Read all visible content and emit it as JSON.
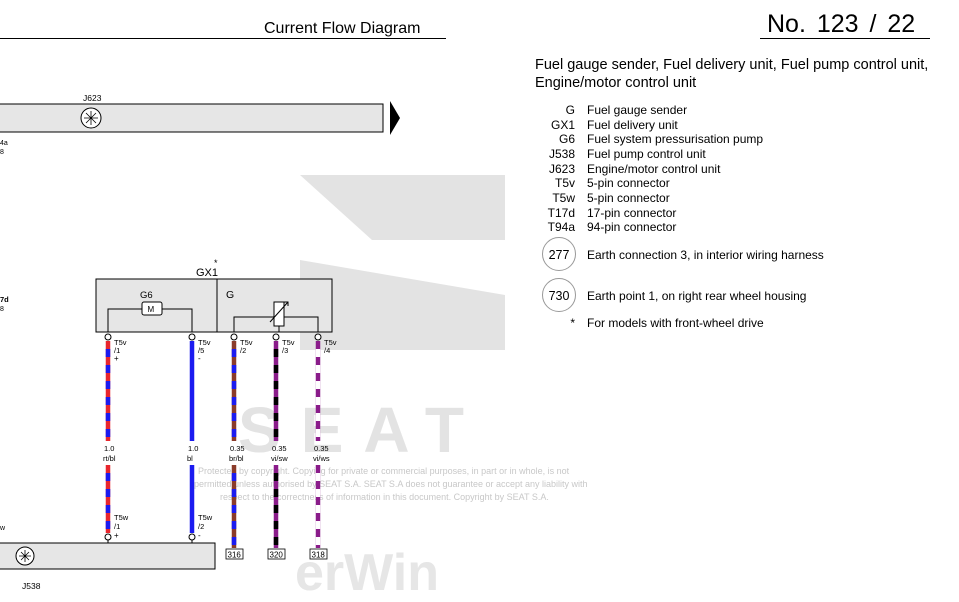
{
  "header": {
    "title": "Current Flow Diagram",
    "number": "No.  123 /  22"
  },
  "legend": {
    "heading": "Fuel gauge sender, Fuel delivery unit, Fuel pump control unit, Engine/motor control unit",
    "items": [
      {
        "code": "G",
        "desc": "Fuel gauge sender"
      },
      {
        "code": "GX1",
        "desc": "Fuel delivery unit"
      },
      {
        "code": "G6",
        "desc": "Fuel system pressurisation pump"
      },
      {
        "code": "J538",
        "desc": "Fuel pump control unit"
      },
      {
        "code": "J623",
        "desc": "Engine/motor control unit"
      },
      {
        "code": "T5v",
        "desc": "5-pin connector"
      },
      {
        "code": "T5w",
        "desc": "5-pin connector"
      },
      {
        "code": "T17d",
        "desc": "17-pin connector"
      },
      {
        "code": "T94a",
        "desc": "94-pin connector"
      }
    ],
    "earth": [
      {
        "code": "277",
        "desc": "Earth connection 3, in interior wiring harness"
      },
      {
        "code": "730",
        "desc": "Earth point 1, on right rear wheel housing"
      }
    ],
    "note": {
      "code": "*",
      "desc": "For models with front-wheel drive"
    }
  },
  "diagram": {
    "unit_top": "J623",
    "unit_bottom": "J538",
    "left_edge": {
      "a": "4a",
      "b": "8",
      "c": "7d",
      "d": "8",
      "e": "w"
    },
    "module": {
      "name": "GX1",
      "pump": "G6",
      "sender": "G",
      "motor_symbol": "M",
      "star": "*"
    },
    "wires": [
      {
        "id": "w1",
        "pin_top": "T5v",
        "pin_top_num": "/1",
        "sign": "+",
        "size": "1.0",
        "color_code": "rt/bl",
        "colors": [
          "#e8262d",
          "#1b1bf0"
        ],
        "pin_bottom": "T5w",
        "pin_bottom_num": "/1",
        "sign_bottom": "+"
      },
      {
        "id": "w2",
        "pin_top": "T5v",
        "pin_top_num": "/5",
        "sign": "-",
        "size": "1.0",
        "color_code": "bl",
        "colors": [
          "#1b1bf0"
        ],
        "pin_bottom": "T5w",
        "pin_bottom_num": "/2",
        "sign_bottom": "-"
      },
      {
        "id": "w3",
        "pin_top": "T5v",
        "pin_top_num": "/2",
        "size": "0.35",
        "color_code": "br/bl",
        "colors": [
          "#8a3b2a",
          "#1b1bf0"
        ],
        "ref": "316"
      },
      {
        "id": "w4",
        "pin_top": "T5v",
        "pin_top_num": "/3",
        "size": "0.35",
        "color_code": "vi/sw",
        "colors": [
          "#8a1c8a",
          "#000000"
        ],
        "ref": "320"
      },
      {
        "id": "w5",
        "pin_top": "T5v",
        "pin_top_num": "/4",
        "size": "0.35",
        "color_code": "vi/ws",
        "colors": [
          "#8a1c8a",
          "#ffffff"
        ],
        "ref": "318"
      }
    ]
  },
  "watermark": {
    "brand": "SEAT",
    "logo_text": "erWin",
    "notice": [
      "Protected by copyright. Copying for private or commercial purposes, in part or in whole, is not",
      "permitted unless authorised by SEAT S.A. SEAT S.A does not guarantee or accept any liability with",
      "respect to the correctness of information in this document. Copyright by SEAT S.A."
    ]
  }
}
